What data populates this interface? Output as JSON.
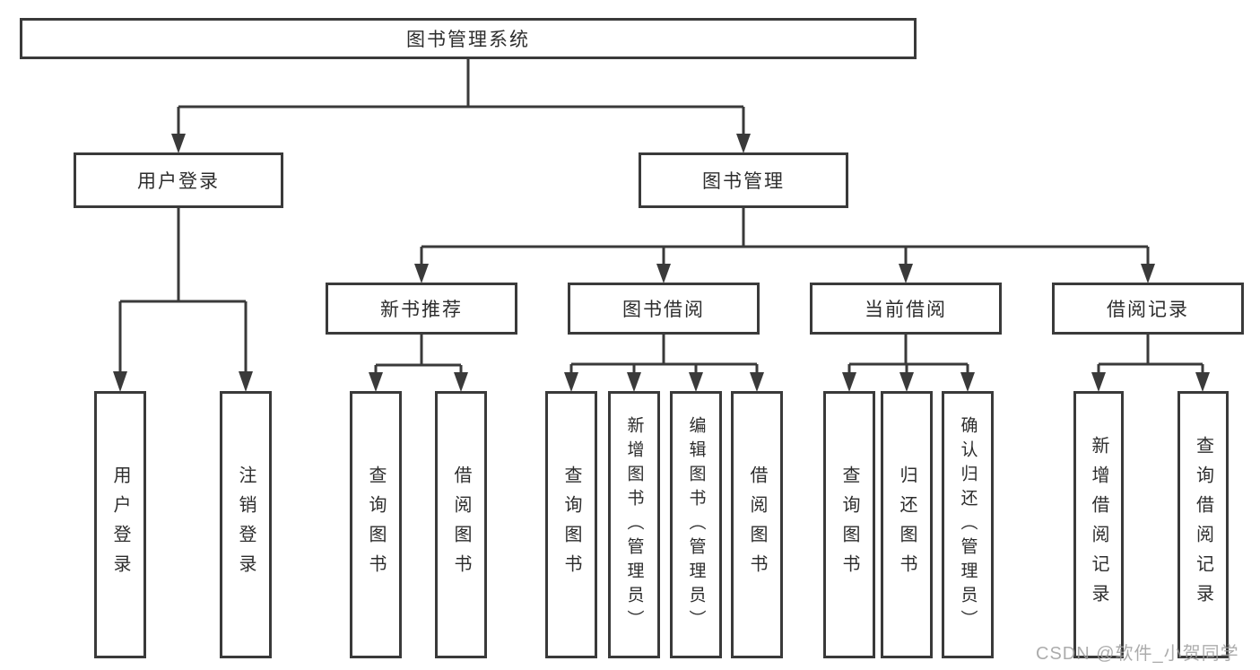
{
  "diagram": {
    "root": {
      "label": "图书管理系统"
    },
    "branches": [
      {
        "label": "用户登录",
        "children": [
          {
            "label": "用户登录"
          },
          {
            "label": "注销登录"
          }
        ]
      },
      {
        "label": "图书管理",
        "children": [
          {
            "label": "新书推荐",
            "children": [
              {
                "label": "查询图书"
              },
              {
                "label": "借阅图书"
              }
            ]
          },
          {
            "label": "图书借阅",
            "children": [
              {
                "label": "查询图书"
              },
              {
                "label": "新增图书（管理员）"
              },
              {
                "label": "编辑图书（管理员）"
              },
              {
                "label": "借阅图书"
              }
            ]
          },
          {
            "label": "当前借阅",
            "children": [
              {
                "label": "查询图书"
              },
              {
                "label": "归还图书"
              },
              {
                "label": "确认归还（管理员）"
              }
            ]
          },
          {
            "label": "借阅记录",
            "children": [
              {
                "label": "新增借阅记录"
              },
              {
                "label": "查询借阅记录"
              }
            ]
          }
        ]
      }
    ]
  },
  "watermark": "CSDN @软件_小贺同学",
  "colors": {
    "line": "#3a3a3a",
    "text": "#2d2d2d",
    "background": "#ffffff",
    "watermark": "#9e9e9e"
  }
}
